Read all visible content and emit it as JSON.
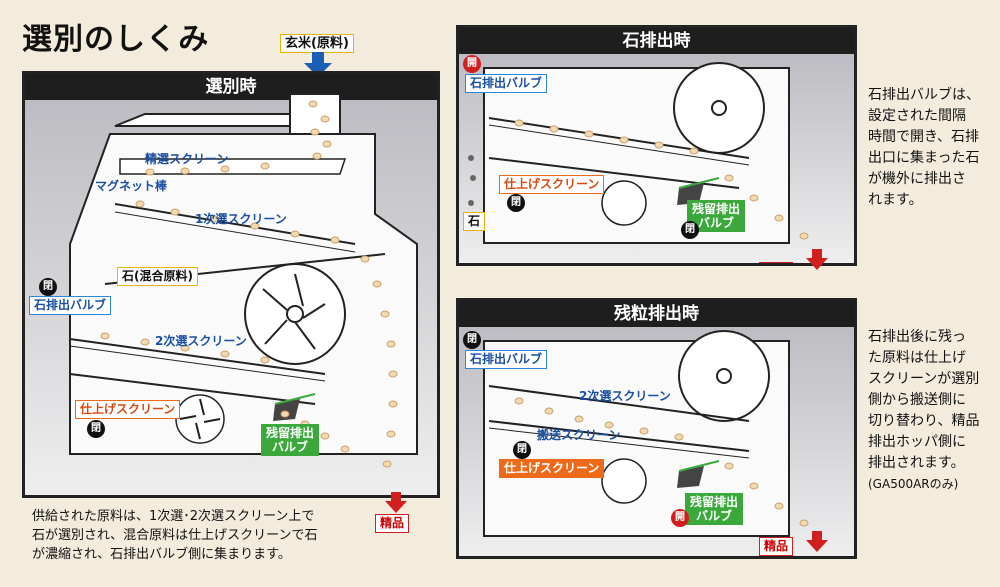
{
  "page_title": "選別のしくみ",
  "feed_label": "玄米(原料)",
  "product_label": "精品",
  "closed_label": "閉",
  "open_label": "開",
  "stone_label": "石",
  "main_panel": {
    "title": "選別時",
    "precision_screen": "精選スクリーン",
    "magnet_rod": "マグネット棒",
    "primary_screen": "1次選スクリーン",
    "stone_mixed": "石(混合原料)",
    "stone_valve": "石排出バルブ",
    "secondary_screen": "2次選スクリーン",
    "finishing_screen": "仕上げスクリーン",
    "residual_valve_l1": "残留排出",
    "residual_valve_l2": "バルブ"
  },
  "stone_panel": {
    "title": "石排出時",
    "stone_valve": "石排出バルブ",
    "finishing_screen": "仕上げスクリーン",
    "residual_valve_l1": "残留排出",
    "residual_valve_l2": "バルブ"
  },
  "residual_panel": {
    "title": "残粒排出時",
    "stone_valve": "石排出バルブ",
    "secondary_screen": "2次選スクリーン",
    "transfer_screen": "搬送スクリーン",
    "finishing_screen": "仕上げスクリーン",
    "residual_valve_l1": "残留排出",
    "residual_valve_l2": "バルブ"
  },
  "caption_main": [
    "供給された原料は、1次選･2次選スクリーン上で",
    "石が選別され、混合原料は仕上げスクリーンで石",
    "が濃縮され、石排出バルブ側に集まります。"
  ],
  "desc_stone": [
    "石排出バルブは、",
    "設定された間隔",
    "時間で開き、石排",
    "出口に集まった石",
    "が機外に排出さ",
    "れます。"
  ],
  "desc_residual": [
    "石排出後に残っ",
    "た原料は仕上げ",
    "スクリーンが選別",
    "側から搬送側に",
    "切り替わり、精品",
    "排出ホッパ側に",
    "排出されます。",
    "(GA500ARのみ)"
  ],
  "colors": {
    "blue": "#2b86d6",
    "orange": "#ec6a1a",
    "green": "#3ba83b",
    "red": "#d11f1f",
    "yellow": "#e7b40a"
  }
}
